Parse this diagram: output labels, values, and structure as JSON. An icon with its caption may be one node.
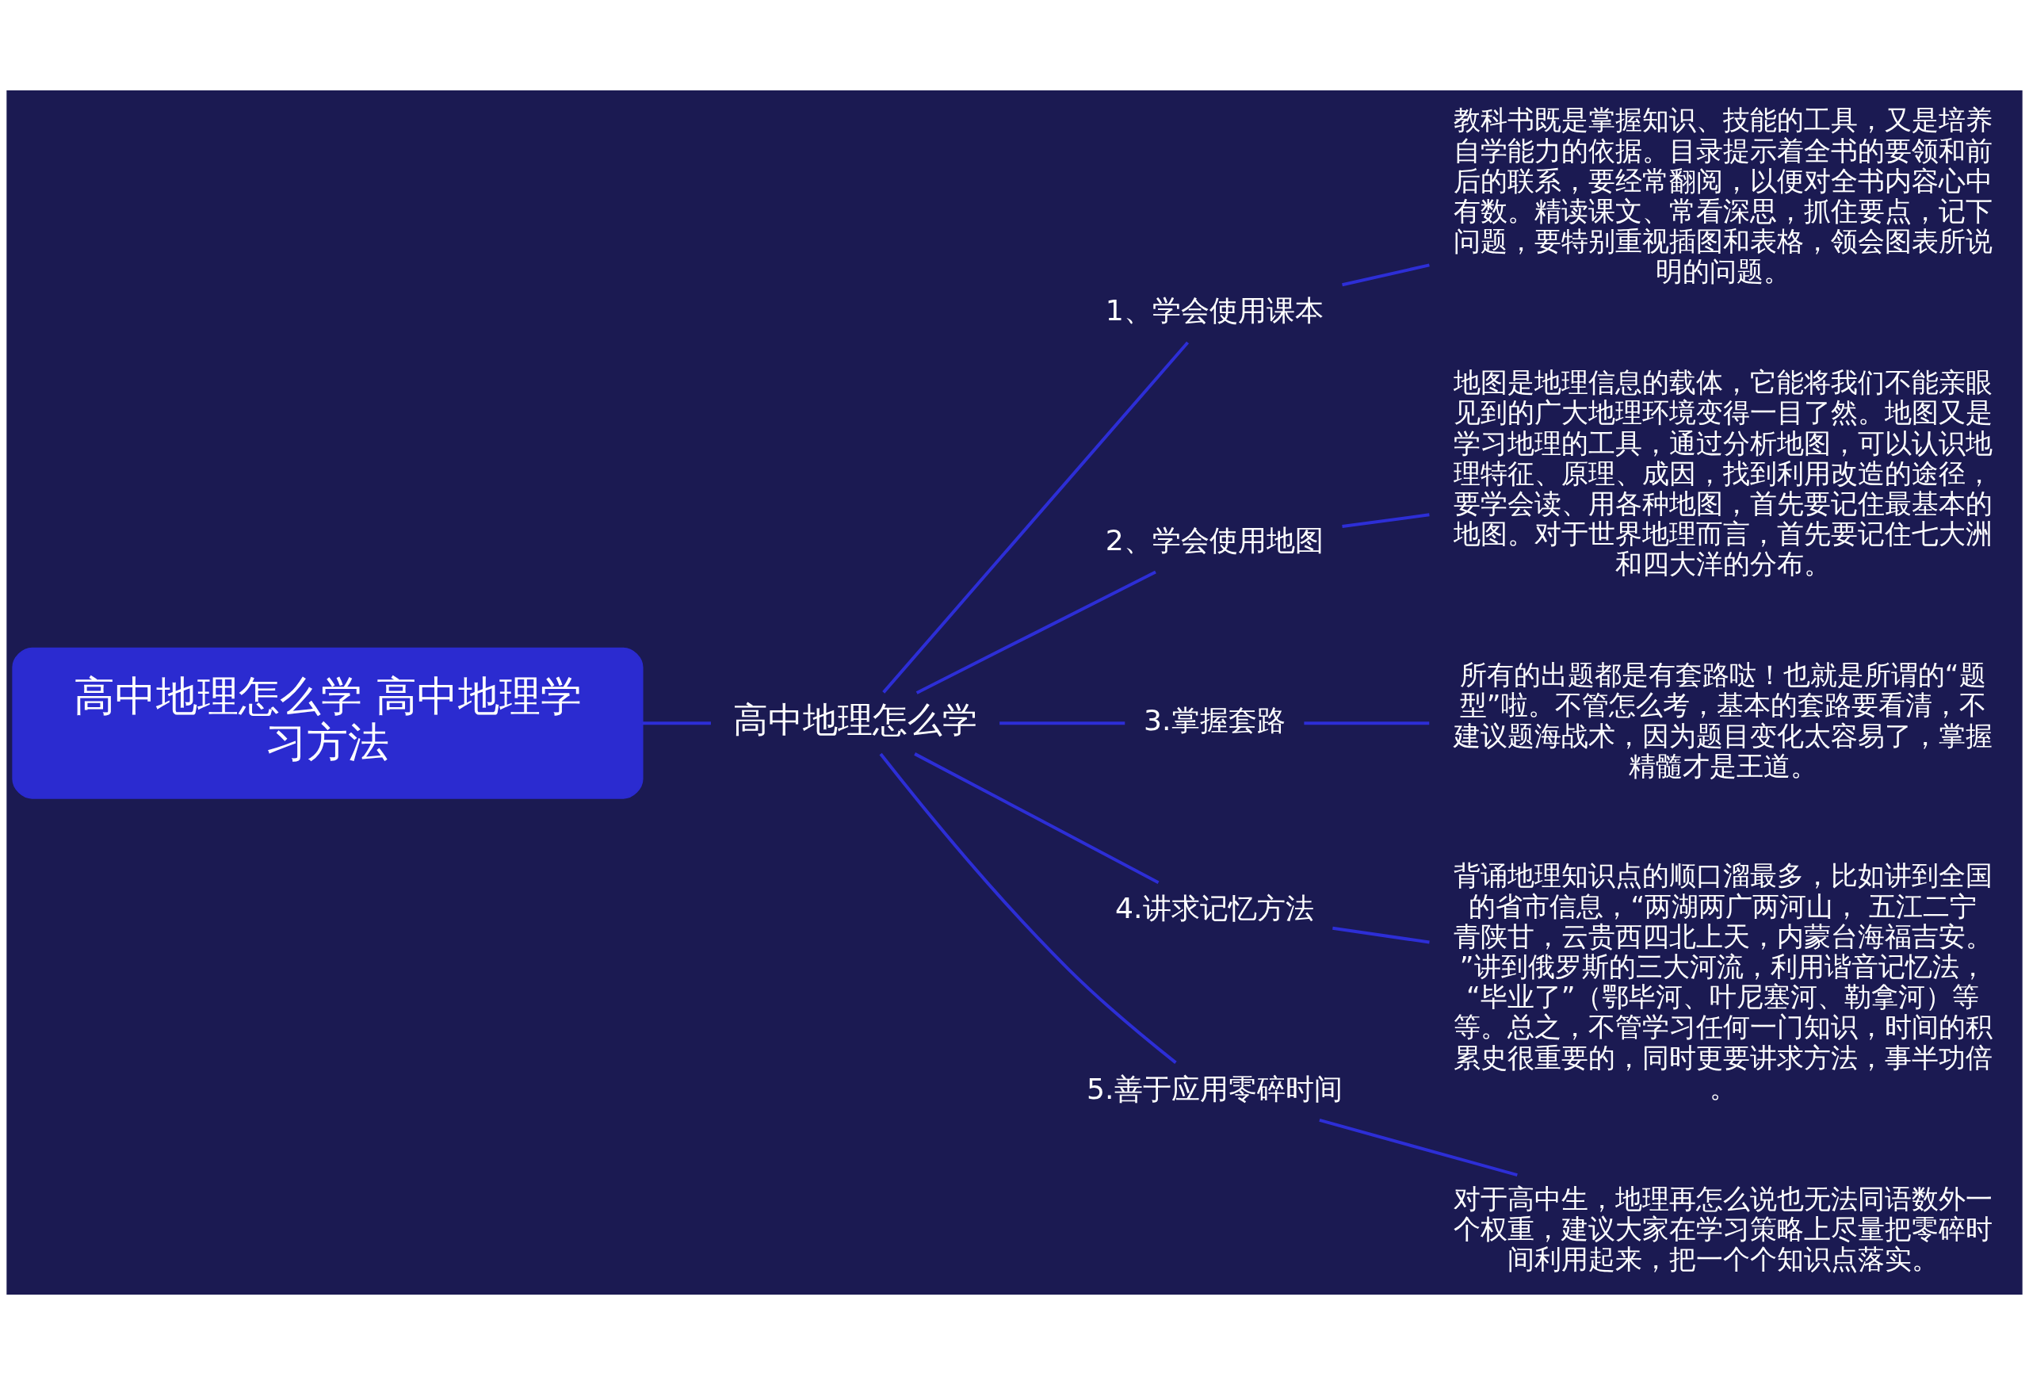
{
  "diagram": {
    "nodes": [
      {
        "text": [
          "高中地理怎么学 高中地理学习方法"
        ]
      },
      {
        "text": [
          "高中地理怎么学"
        ]
      },
      {
        "text": [
          "1、学会使用课本"
        ]
      },
      {
        "text": [
          "教科书既是掌握知识、技能的工具，又是培养自学能力的依据。目录提示着全书的要领和前后的联系，要经常翻阅，以便对全书内容心中有数。精读课文、常看深思，抓住要点，记下问题，要特别重视插图和表格，领会图表所说明的问题。"
        ]
      },
      {
        "text": [
          "2、学会使用地图"
        ]
      },
      {
        "text": [
          "地图是地理信息的载体，它能将我们不能亲眼见到的广大地理环境变得一目了然。地图又是学习地理的工具，通过分析地图，可以认识地理特征、原理、成因，找到利用改造的途径，要学会读、用各种地图，首先要记住最基本的地图。对于世界地理而言，首先要记住七大洲和四大洋的分布。"
        ]
      },
      {
        "text": [
          "3.掌握套路"
        ]
      },
      {
        "text": [
          "所有的出题都是有套路哒！也就是所谓的“题型”啦。不管怎么考，基本的套路要看清，不建议题海战术，因为题目变化太容易了，掌握精髓才是王道。"
        ]
      },
      {
        "text": [
          "4.讲求记忆方法"
        ]
      },
      {
        "text": [
          "背诵地理知识点的顺口溜最多，比如讲到全国的省市信息，“两湖两广两河山， 五江二宁青陕甘，云贵西四北上天，内蒙台海福吉安。”讲到俄罗斯的三大河流，利用谐音记忆法，“毕业了”（鄂毕河、叶尼塞河、勒拿河）等等。总之，不管学习任何一门知识，时间的积累史很重要的，同时更要讲求方法，事半功倍。"
        ]
      },
      {
        "text": [
          "5.善于应用零碎时间"
        ]
      },
      {
        "text": [
          "对于高中生，地理再怎么说也无法同语数外一个权重，建议大家在学习策略上尽量把零碎时间利用起来，把一个个知识点落实。"
        ]
      }
    ],
    "edges": [
      {
        "from": 0,
        "to": 1,
        "arrow": "none"
      },
      {
        "from": 1,
        "to": 2,
        "arrow": "none"
      },
      {
        "from": 2,
        "to": 3,
        "arrow": "none"
      },
      {
        "from": 1,
        "to": 4,
        "arrow": "none"
      },
      {
        "from": 4,
        "to": 5,
        "arrow": "none"
      },
      {
        "from": 1,
        "to": 6,
        "arrow": "none"
      },
      {
        "from": 6,
        "to": 7,
        "arrow": "none"
      },
      {
        "from": 1,
        "to": 8,
        "arrow": "none"
      },
      {
        "from": 8,
        "to": 9,
        "arrow": "none"
      },
      {
        "from": 1,
        "to": 10,
        "arrow": "none"
      },
      {
        "from": 10,
        "to": 11,
        "arrow": "none"
      }
    ]
  }
}
